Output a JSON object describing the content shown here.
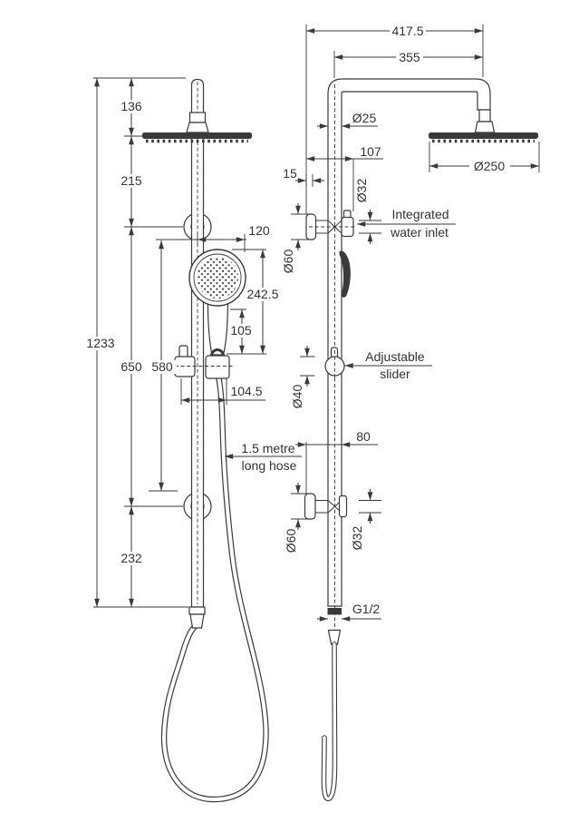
{
  "drawing": {
    "kind": "shower-column-dimension-drawing",
    "background": "#ffffff",
    "line_color": "#3a3a3a",
    "text_color": "#343434"
  },
  "front_view": {
    "dimensions": {
      "top_to_head": "136",
      "head_to_upper_bracket": "215",
      "overall_height": "1233",
      "bracket_centres": "650",
      "bracket_clearance": "580",
      "lower_bracket_to_outlet": "232",
      "rail_to_handpiece_edge": "120",
      "handpiece_length": "242.5",
      "handle_length": "105",
      "bracket_width": "104.5"
    },
    "annotations": {
      "hose_note_line1": "1.5 metre",
      "hose_note_line2": "long hose"
    }
  },
  "side_view": {
    "dimensions": {
      "overall_projection": "417.5",
      "arm_projection": "355",
      "riser_diameter": "Ø25",
      "inlet_projection": "107",
      "wall_clearance": "15",
      "inlet_pipe_diameter": "Ø32",
      "head_diameter": "Ø250",
      "inlet_flange_diameter": "Ø60",
      "slider_diameter": "Ø40",
      "lower_projection": "80",
      "lower_flange_diameter": "Ø60",
      "lower_pipe_diameter": "Ø32",
      "thread": "G1/2"
    },
    "annotations": {
      "inlet_note_line1": "Integrated",
      "inlet_note_line2": "water inlet",
      "slider_note_line1": "Adjustable",
      "slider_note_line2": "slider"
    }
  }
}
